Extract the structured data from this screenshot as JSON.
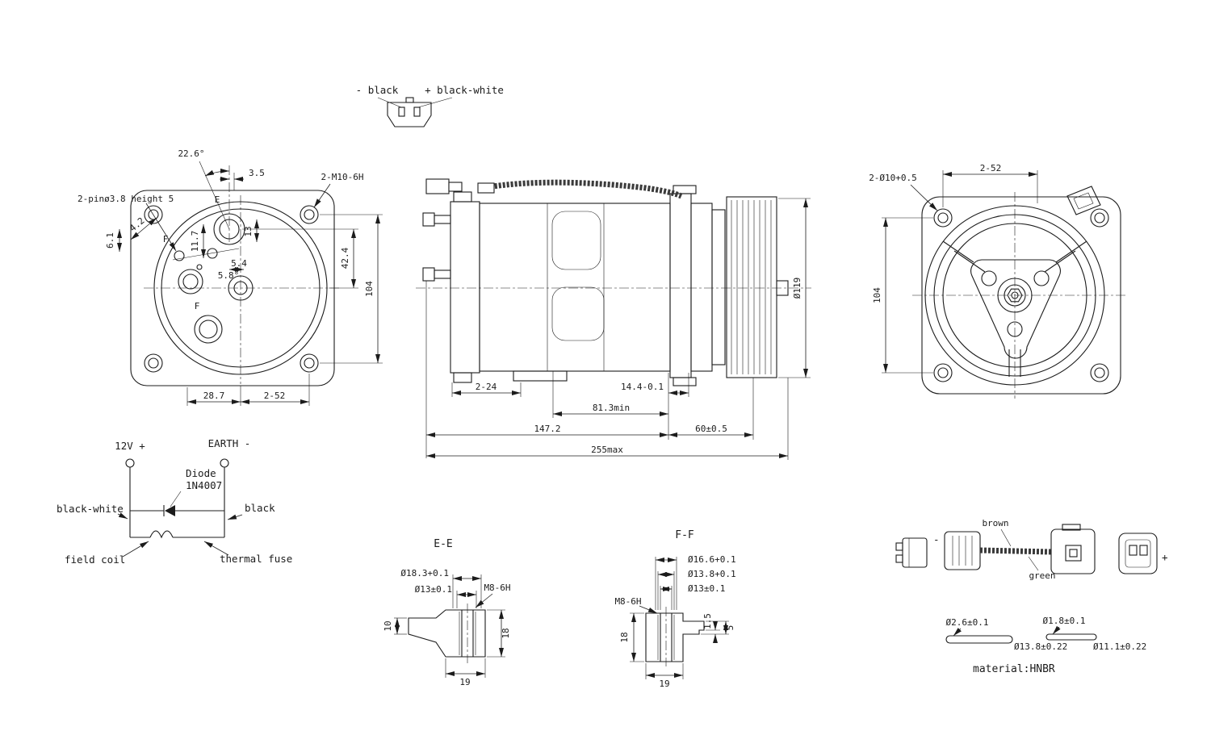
{
  "sheet": {
    "bg_color": "#ffffff",
    "line_color": "#1c1c1c"
  },
  "top_connector": {
    "negative_label": "- black",
    "positive_label": "+ black-white"
  },
  "front_view": {
    "angle_dim": "22.6°",
    "dim_3_5": "3.5",
    "thread_callout": "2-M10-6H",
    "pin_callout": "2-pinø3.8 height 5",
    "dim_4_2": "4.2",
    "dim_6_1": "6.1",
    "dim_11_7": "11.7",
    "dim_13": "13",
    "dim_5_4": "5.4",
    "angle_5_8": "5.8°",
    "dim_42_4": "42.4",
    "dim_104": "104",
    "dim_28_7": "28.7",
    "dim_2_52": "2-52",
    "section_marker_e": "E",
    "section_marker_f": "F"
  },
  "side_view": {
    "dim_2_24": "2-24",
    "dim_14_4": "14.4-0.1",
    "dim_81_3": "81.3min",
    "dim_147_2": "147.2",
    "dim_60": "60±0.5",
    "dim_255": "255max",
    "dim_pulley_dia": "Ø119"
  },
  "clutch_view": {
    "hole_callout": "2-Ø10+0.5",
    "dim_2_52": "2-52",
    "dim_104": "104"
  },
  "wiring_diagram": {
    "supply_label": "12V +",
    "earth_label": "EARTH -",
    "diode_label": "Diode",
    "diode_part": "1N4007",
    "wire_left": "black-white",
    "wire_right": "black",
    "coil_label": "field coil",
    "fuse_label": "thermal fuse"
  },
  "section_ee": {
    "title": "E-E",
    "dia_18_3": "Ø18.3+0.1",
    "dia_13": "Ø13±0.1",
    "thread": "M8-6H",
    "dim_10": "10",
    "dim_18": "18",
    "dim_19": "19"
  },
  "section_ff": {
    "title": "F-F",
    "dia_16_6": "Ø16.6+0.1",
    "dia_13_8": "Ø13.8+0.1",
    "dia_13": "Ø13±0.1",
    "thread": "M8-6H",
    "dim_18": "18",
    "dim_1_5": "1.5",
    "dim_5": "5",
    "dim_19": "19"
  },
  "harness_detail": {
    "negative_label": "-",
    "positive_label": "+",
    "wire_brown": "brown",
    "wire_green": "green"
  },
  "orings": {
    "left_cs": "Ø2.6±0.1",
    "left_id": "Ø13.8±0.22",
    "right_cs": "Ø1.8±0.1",
    "right_id": "Ø11.1±0.22",
    "material": "material:HNBR"
  }
}
